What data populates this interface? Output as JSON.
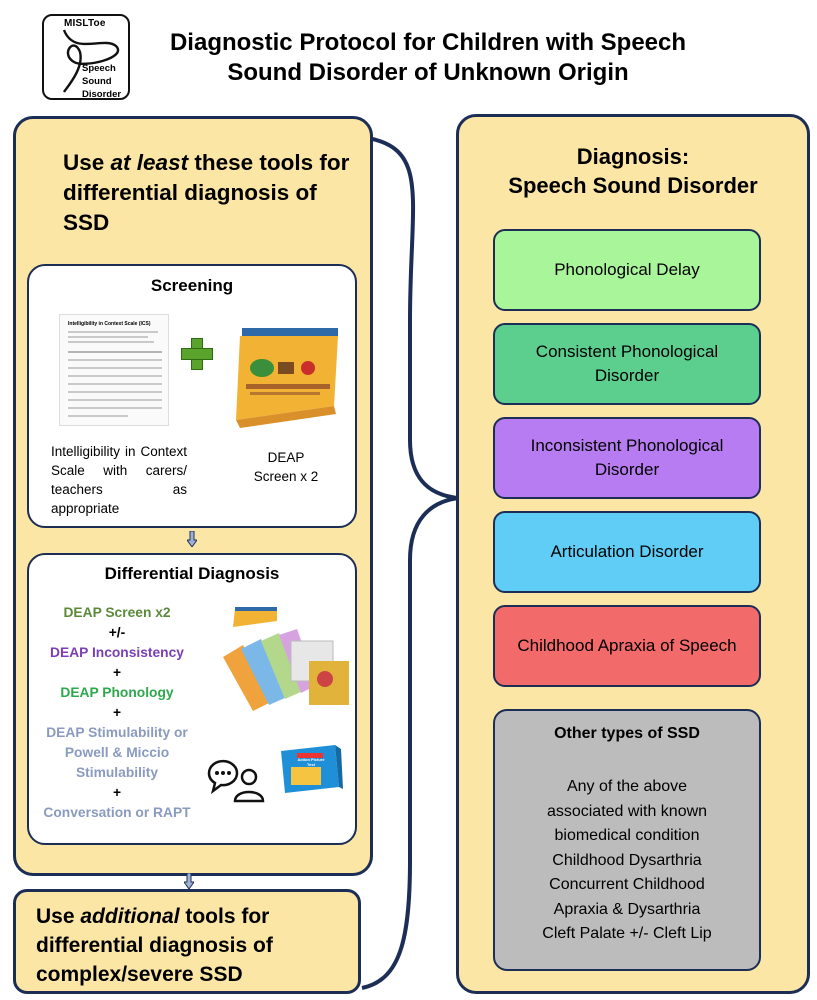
{
  "logo": {
    "title": "MISLToe",
    "lines": [
      "Speech",
      "Sound",
      "Disorder"
    ]
  },
  "title": {
    "line1": "Diagnostic Protocol for Children with Speech",
    "line2": "Sound Disorder of Unknown Origin"
  },
  "left_panel": {
    "heading_pre": "Use ",
    "heading_emph": "at least",
    "heading_post": " these tools for differential diagnosis of SSD",
    "screening": {
      "title": "Screening",
      "intelligibility_caption": "Intelligibility in Context Scale with carers/ teachers as appropriate",
      "deap_caption_line1": "DEAP",
      "deap_caption_line2": "Screen x 2",
      "doc_title": "Intelligibility in Context Scale (ICS)"
    },
    "differential": {
      "title": "Differential Diagnosis",
      "items": [
        {
          "text": "DEAP Screen x2",
          "color": "#5b8a3a"
        },
        {
          "text": "+/-",
          "color": "#000000"
        },
        {
          "text": "DEAP Inconsistency",
          "color": "#7a3fb5"
        },
        {
          "text": "+",
          "color": "#000000"
        },
        {
          "text": "DEAP Phonology",
          "color": "#2ea84d"
        },
        {
          "text": "+",
          "color": "#000000"
        },
        {
          "text": "DEAP Stimulability or",
          "color": "#8a9bbf"
        },
        {
          "text": "Powell & Miccio",
          "color": "#8a9bbf"
        },
        {
          "text": "Stimulability",
          "color": "#8a9bbf"
        },
        {
          "text": "+",
          "color": "#000000"
        },
        {
          "text": "Conversation or RAPT",
          "color": "#8a9bbf"
        }
      ],
      "rapt_label": "Action Picture Test"
    }
  },
  "bottom_panel": {
    "heading_pre": "Use ",
    "heading_emph": "additional",
    "heading_post": " tools for differential diagnosis of complex/severe SSD"
  },
  "right_panel": {
    "heading_line1": "Diagnosis:",
    "heading_line2": "Speech Sound Disorder",
    "diagnoses": [
      {
        "label": "Phonological Delay",
        "color": "#a9f59a"
      },
      {
        "label": "Consistent Phonological Disorder",
        "color": "#5ccf8f"
      },
      {
        "label": "Inconsistent Phonological Disorder",
        "color": "#b77cf1"
      },
      {
        "label": "Articulation Disorder",
        "color": "#5fcdf5"
      },
      {
        "label": "Childhood Apraxia of Speech",
        "color": "#f36a6a"
      }
    ],
    "other": {
      "title": "Other types of SSD",
      "lines": [
        "Any of the above",
        "associated with known",
        "biomedical condition",
        "Childhood Dysarthria",
        "Concurrent Childhood",
        "Apraxia & Dysarthria",
        "Cleft Palate +/- Cleft Lip"
      ]
    }
  },
  "colors": {
    "panel_fill": "#fce6a6",
    "border": "#1c2e55",
    "plus_green": "#5aa32c"
  },
  "icons": [
    "plus-icon",
    "speech-bubble-icon",
    "person-icon",
    "down-arrow-icon",
    "brace-icon"
  ]
}
